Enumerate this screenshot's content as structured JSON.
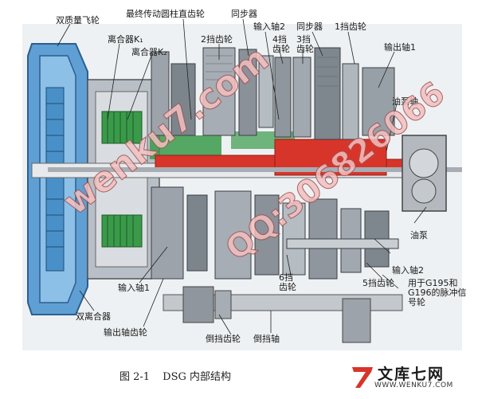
{
  "figure": {
    "labels": {
      "dual_mass_flywheel": "双质量飞轮",
      "clutch_k1": "离合器K₁",
      "clutch_k2": "离合器K₂",
      "final_drive_gear": "最终传动圆柱直齿轮",
      "gear_2": "2挡齿轮",
      "synchronizer_a": "同步器",
      "input_shaft_2_top": "输入轴2",
      "gear_4": "4挡",
      "gear_4b": "齿轮",
      "gear_3": "3挡",
      "gear_3b": "齿轮",
      "synchronizer_b": "同步器",
      "gear_1": "1挡齿轮",
      "output_shaft_1": "输出轴1",
      "pump_shaft": "油泵轴",
      "oil_pump": "油泵",
      "input_shaft_1": "输入轴1",
      "gear_6": "6挡",
      "gear_6b": "齿轮",
      "input_shaft_2_bottom": "输入轴2",
      "gear_5": "5挡齿轮",
      "pulse_wheel": "用于G195和G196的脉冲信号轮",
      "dual_clutch": "双离合器",
      "output_shaft_gear": "输出轴齿轮",
      "reverse_gear": "倒挡齿轮",
      "reverse_shaft": "倒挡轴"
    },
    "watermarks": {
      "site": "wenku7.com",
      "qq": "QQ:306826066"
    }
  },
  "caption": {
    "number": "图 2-1",
    "title": "DSG 内部结构"
  },
  "logo": {
    "name": "文库七网",
    "url": "WWW.WENKU7.COM"
  },
  "colors": {
    "housing_blue": "#4a90c8",
    "shaft_red": "#d8352a",
    "clutch_green": "#3a9a4a",
    "gear_gray": "#8a8f94"
  }
}
